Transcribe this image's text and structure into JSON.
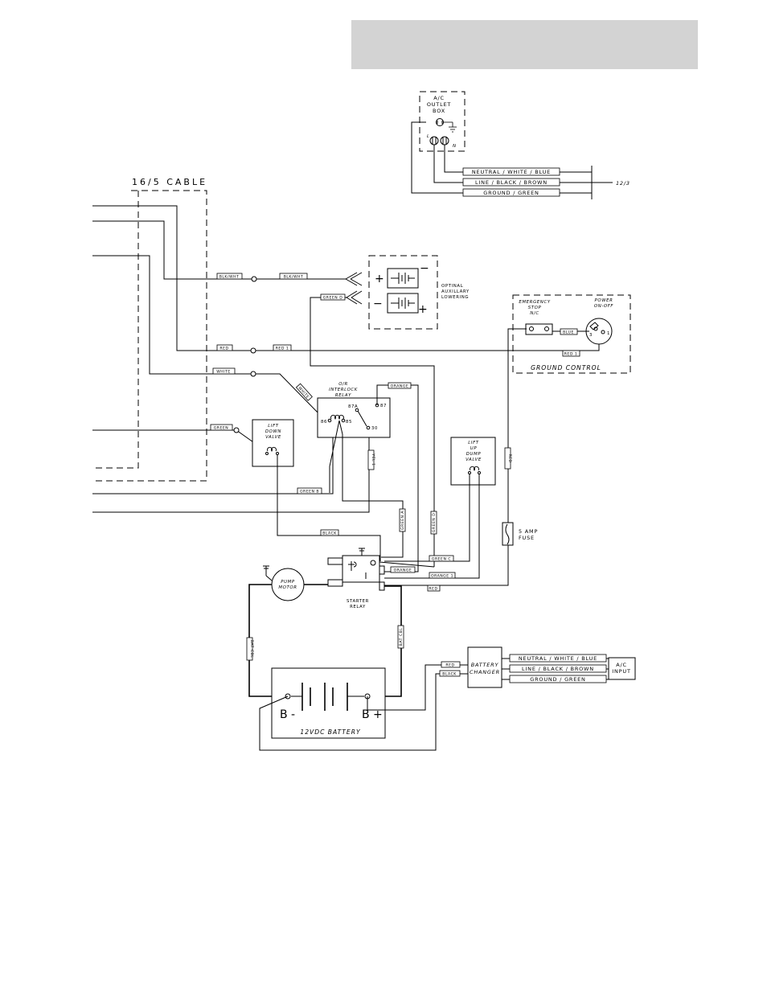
{
  "cable_label": "16/5 CABLE",
  "outlet_box": {
    "title_1": "A/C",
    "title_2": "OUTLET",
    "title_3": "BOX",
    "terminal_l": "L",
    "terminal_n": "N"
  },
  "ac_cable": {
    "neutral": "NEUTRAL / WHITE / BLUE",
    "line": "LINE / BLACK / BROWN",
    "ground": "GROUND / GREEN",
    "gauge": "12/3"
  },
  "aux_lowering": {
    "line_1": "OPTINAL",
    "line_2": "AUXILLARY",
    "line_3": "LOWERING",
    "plus": "+",
    "minus": "−"
  },
  "ground_control": {
    "title": "GROUND CONTROL",
    "estop_1": "EMERGENCY",
    "estop_2": "STOP",
    "estop_3": "N/C",
    "power_1": "POWER",
    "power_2": "ON-OFF",
    "power_terminal_3": "3",
    "power_terminal_1": "1"
  },
  "interlock_relay": {
    "line_1": "O/R",
    "line_2": "INTERLOCK",
    "line_3": "RELAY",
    "pin_87a": "87A",
    "pin_87": "87",
    "pin_86": "86",
    "pin_85": "85",
    "pin_30": "30"
  },
  "lift_down_valve": {
    "line_1": "LIFT",
    "line_2": "DOWN",
    "line_3": "VALVE"
  },
  "lift_up_valve": {
    "line_1": "LIFT",
    "line_2": "UP",
    "line_3": "DUMP",
    "line_4": "VALVE"
  },
  "fuse": {
    "line_1": "5 AMP",
    "line_2": "FUSE"
  },
  "pump_motor": {
    "line_1": "PUMP",
    "line_2": "MOTOR"
  },
  "starter_relay": {
    "line_1": "STARTER",
    "line_2": "RELAY"
  },
  "battery": {
    "title": "12VDC BATTERY",
    "neg": "B -",
    "pos": "B +"
  },
  "charger": {
    "line_1": "BATTERY",
    "line_2": "CHANGER"
  },
  "ac_input": {
    "line_1": "A/C",
    "line_2": "INPUT"
  },
  "charger_cable": {
    "neutral": "NEUTRAL / WHITE / BLUE",
    "line": "LINE / BLACK / BROWN",
    "ground": "GROUND / GREEN"
  },
  "wire_tags": {
    "blkwht_1": "BLK/WHT",
    "blkwht_2": "BLK/WHT",
    "red_1": "RED",
    "red_2": "RED 1",
    "white_1": "WHITE",
    "white_2": "WHITE",
    "green_1": "GREEN",
    "green_d": "GREEN D",
    "orange_top": "ORANGE",
    "blue": "BLUE",
    "red_gc": "RED 1",
    "red_v": "RED",
    "yel_v": "YEL 1",
    "green_b": "GREEN B",
    "green_a": "GREEN A",
    "green_d_v": "GREEN D",
    "black": "BLACK",
    "green_c": "GREEN C",
    "orange_sr": "ORANGE",
    "orange_1": "ORANGE 1",
    "red_sr": "RED",
    "bat_cbl_l": "BAT CBL",
    "bat_cbl_r": "BAT CBL",
    "red_ch": "RED",
    "black_ch": "BLACK"
  }
}
